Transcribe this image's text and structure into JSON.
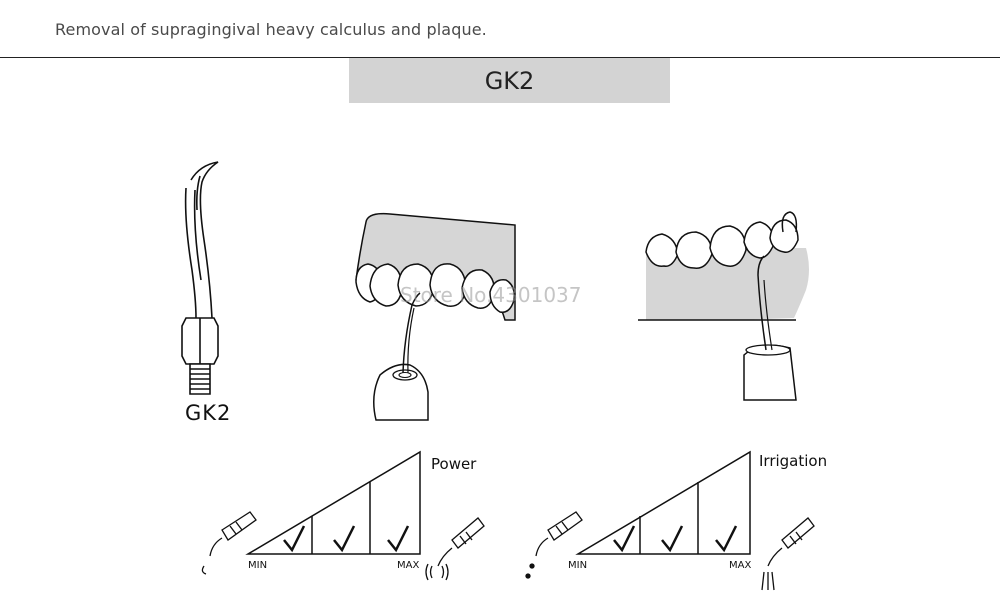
{
  "header": {
    "description": "Removal of supragingival heavy calculus and plaque."
  },
  "model_banner": "GK2",
  "tip_label": "GK2",
  "watermark": "Store No.4301037",
  "power_scale": {
    "title": "Power",
    "min_label": "MIN",
    "max_label": "MAX",
    "checked_levels": 3
  },
  "irrigation_scale": {
    "title": "Irrigation",
    "min_label": "MIN",
    "max_label": "MAX",
    "checked_levels": 3
  },
  "colors": {
    "banner_bg": "#d3d3d3",
    "gum": "#d6d6d6",
    "line": "#111111"
  }
}
